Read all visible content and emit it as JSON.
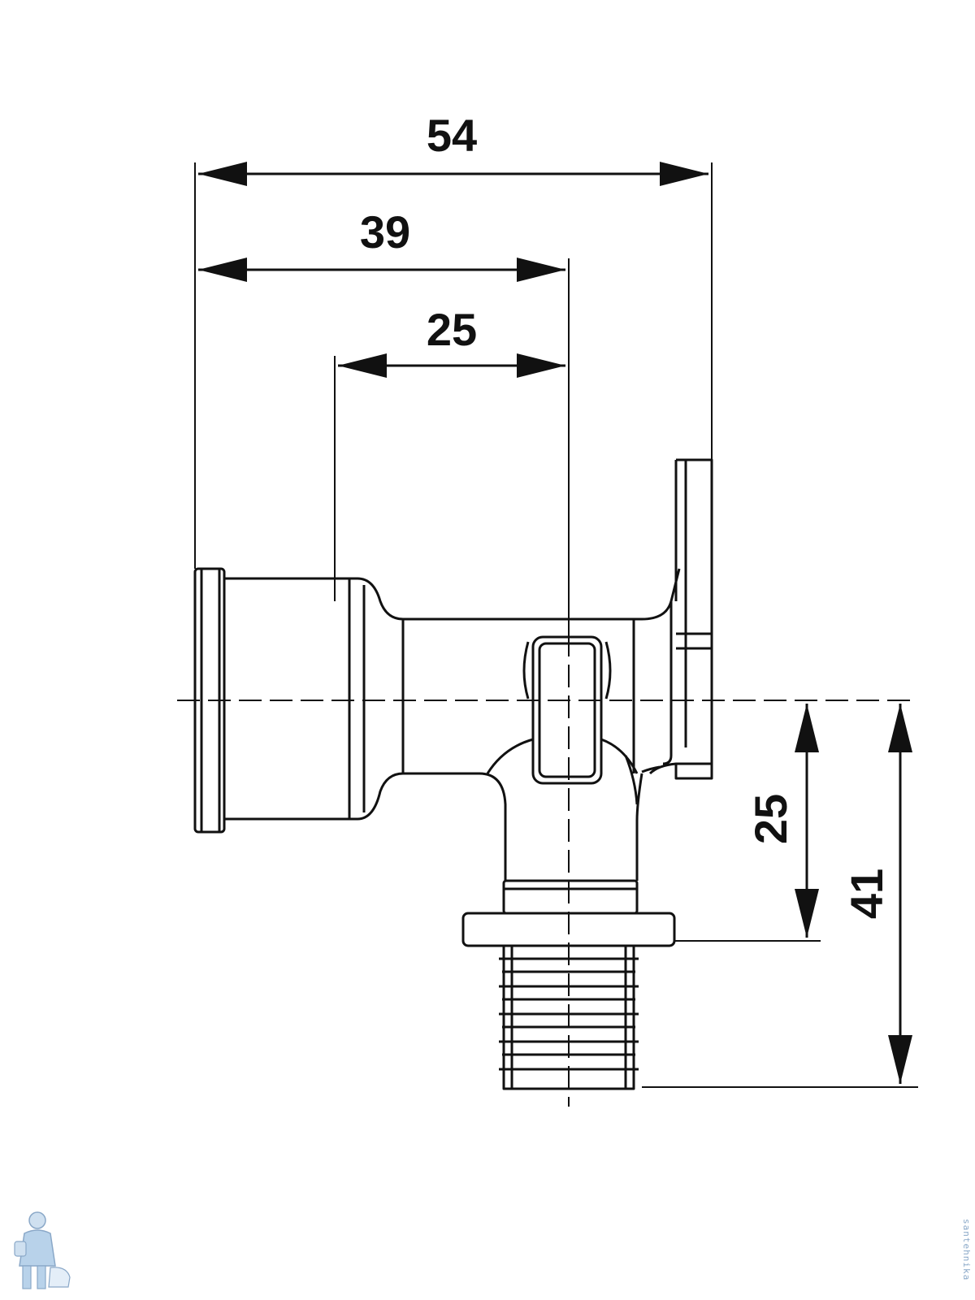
{
  "drawing": {
    "line_color": "#111111",
    "background": "#ffffff",
    "watermark_color": "#8aa8c8"
  },
  "dimensions": {
    "overall_width": "54",
    "to_centerline": "39",
    "body_to_centerline": "25",
    "centerline_to_flange": "25",
    "centerline_to_end": "41"
  },
  "watermark": {
    "logo": "plumber-logo",
    "text": "santehnika"
  }
}
